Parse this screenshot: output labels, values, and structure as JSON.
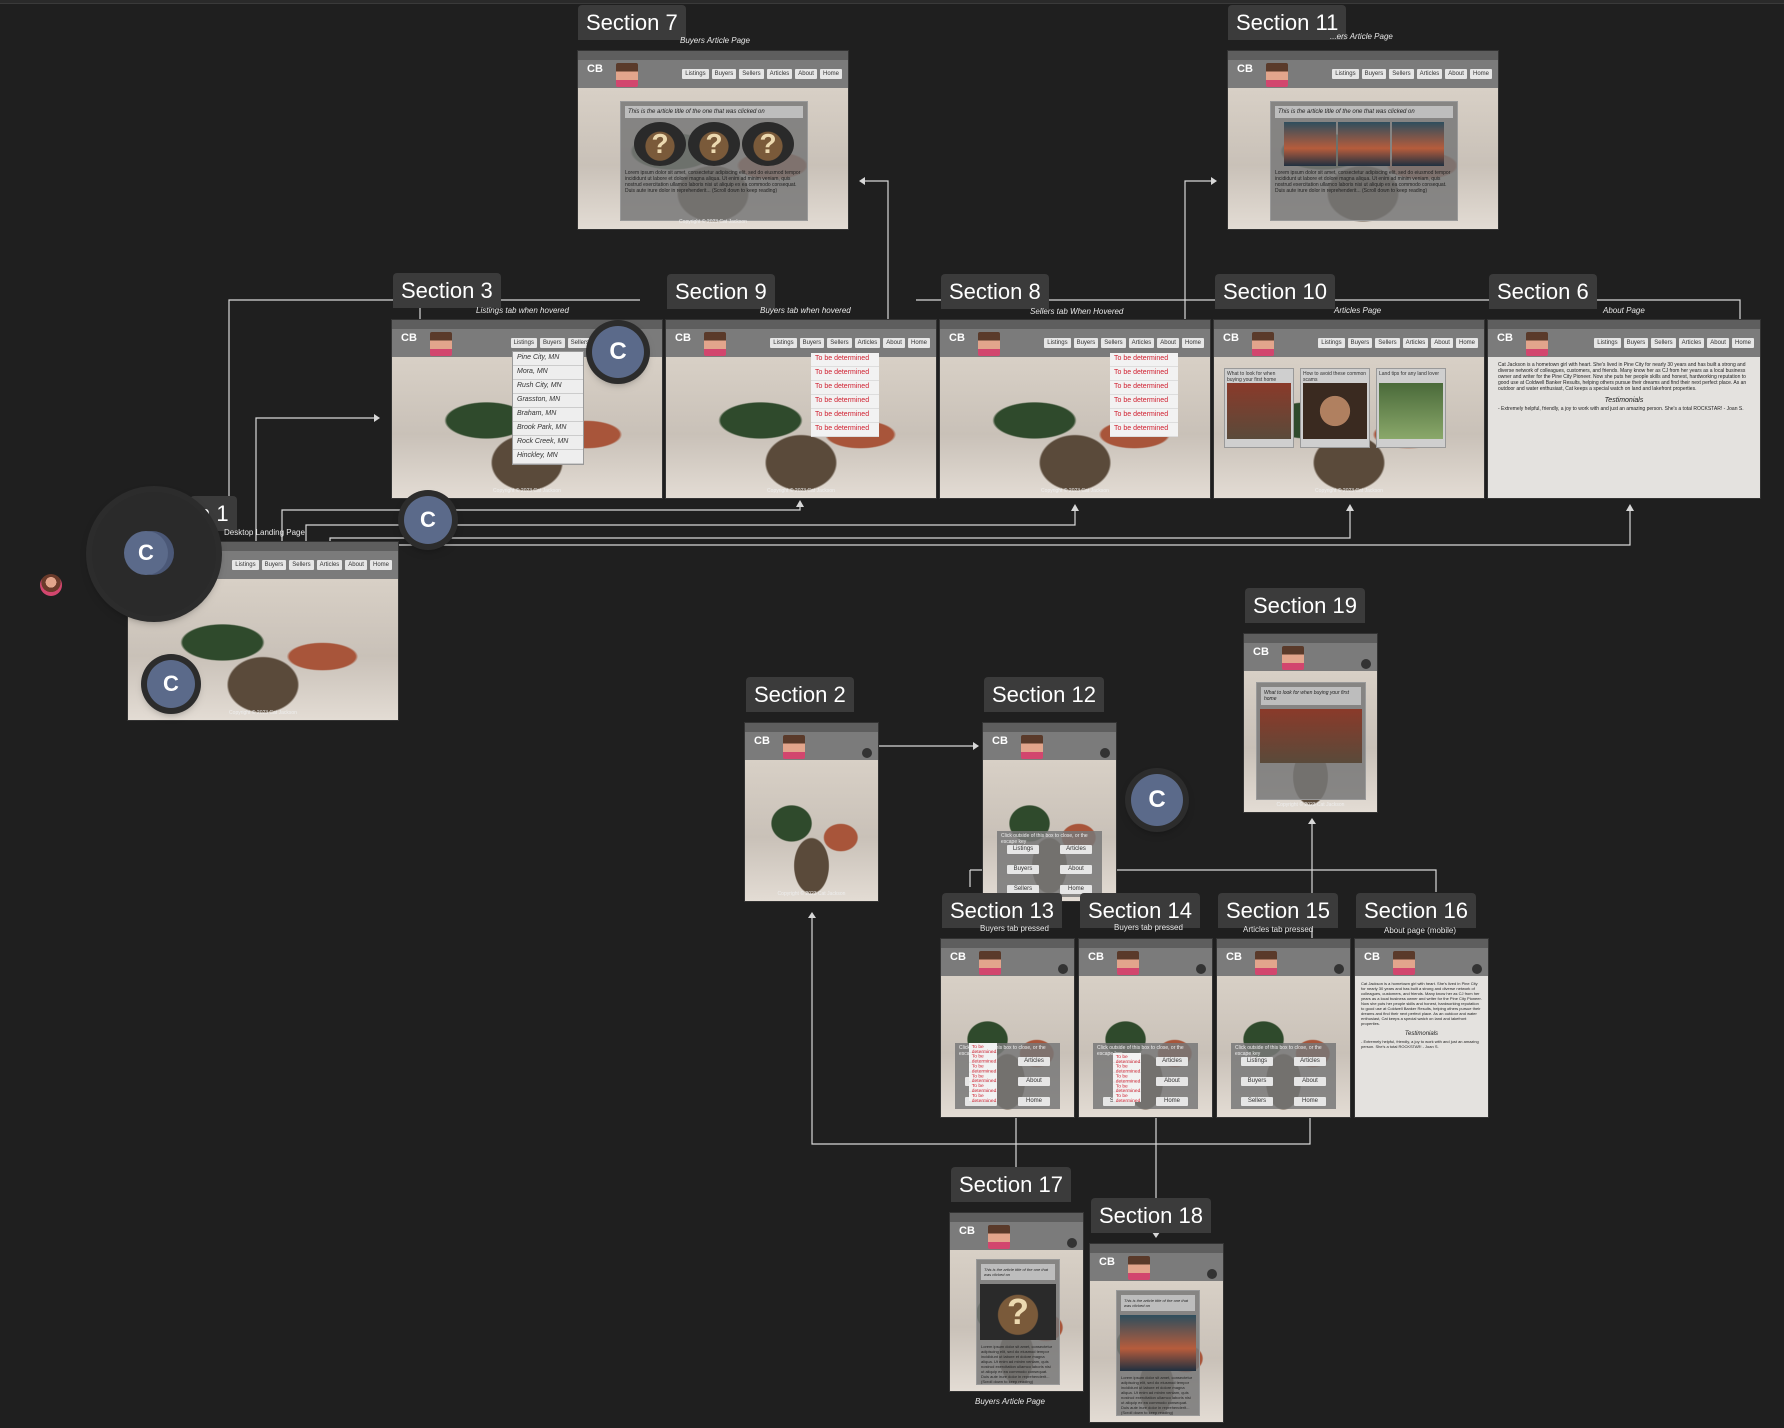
{
  "sections": {
    "s7": {
      "label": "Section 7",
      "sub": "Buyers Article Page"
    },
    "s11": {
      "label": "Section 11",
      "sub": "...ers Article Page"
    },
    "s3": {
      "label": "Section 3",
      "sub": "Listings tab when hovered"
    },
    "s9": {
      "label": "Section 9",
      "sub": "Buyers tab when hovered"
    },
    "s8": {
      "label": "Section 8",
      "sub": "Sellers tab When Hovered"
    },
    "s10": {
      "label": "Section 10",
      "sub": "Articles Page"
    },
    "s6": {
      "label": "Section 6",
      "sub": "About Page"
    },
    "s1": {
      "label": "n 1",
      "sub": "Desktop Landing Page"
    },
    "s19": {
      "label": "Section 19"
    },
    "s2": {
      "label": "Section 2"
    },
    "s12": {
      "label": "Section 12"
    },
    "s13": {
      "label": "Section 13",
      "sub": "Buyers tab pressed"
    },
    "s14": {
      "label": "Section 14",
      "sub": "Buyers tab pressed"
    },
    "s15": {
      "label": "Section 15",
      "sub": "Articles tab pressed"
    },
    "s16": {
      "label": "Section 16",
      "sub": "About page (mobile)"
    },
    "s17": {
      "label": "Section 17",
      "sub": "Buyers Article Page"
    },
    "s18": {
      "label": "Section 18"
    }
  },
  "nav": {
    "listings": "Listings",
    "buyers": "Buyers",
    "sellers": "Sellers",
    "articles": "Articles",
    "about": "About",
    "home": "Home"
  },
  "article_title": "This is the article title of the one that was clicked on",
  "article_body": "Lorem ipsum dolor sit amet, consectetur adipiscing elit, sed do eiusmod tempor incididunt ut labore et dolore magna aliqua. Ut enim ad minim veniam, quis nostrud exercitation ullamco laboris nisi ut aliquip ex ea commodo consequat. Duis aute irure dolor in reprehenderit... (Scroll down to keep reading)",
  "listings": [
    "Pine City, MN",
    "Mora, MN",
    "Rush City, MN",
    "Grasston, MN",
    "Braham, MN",
    "Brook Park, MN",
    "Rock Creek, MN",
    "Hinckley, MN"
  ],
  "tbd": [
    "To be determined",
    "To be determined",
    "To be determined",
    "To be determined",
    "To be determined",
    "To be determined"
  ],
  "copyright": "Copyright © 2023 Cat Jackson",
  "articles_cards": [
    "What to look for when buying your first home",
    "How to avoid these common scams",
    "Land tips for any land lover"
  ],
  "about_text": "Cat Jackson is a hometown girl with heart. She's lived in Pine City for nearly 30 years and has built a strong and diverse network of colleagues, customers, and friends. Many know her as CJ from her years as a local business owner and writer for the Pine City Pioneer. Now she puts her people skills and honest, hardworking reputation to good use at Coldwell Banker Results, helping others pursue their dreams and find their next perfect place. As an outdoor and water enthusiast, Cat keeps a special watch on land and lakefront properties.",
  "testimonials_label": "Testimonials",
  "testimonial_text": "- Extremely helpful, friendly, a joy to work with and just an amazing person. She's a total ROCKSTAR! - Joan S.",
  "mobile_menu_caption": "Click outside of this box to close, or the escape key",
  "avatar_letter": "C"
}
